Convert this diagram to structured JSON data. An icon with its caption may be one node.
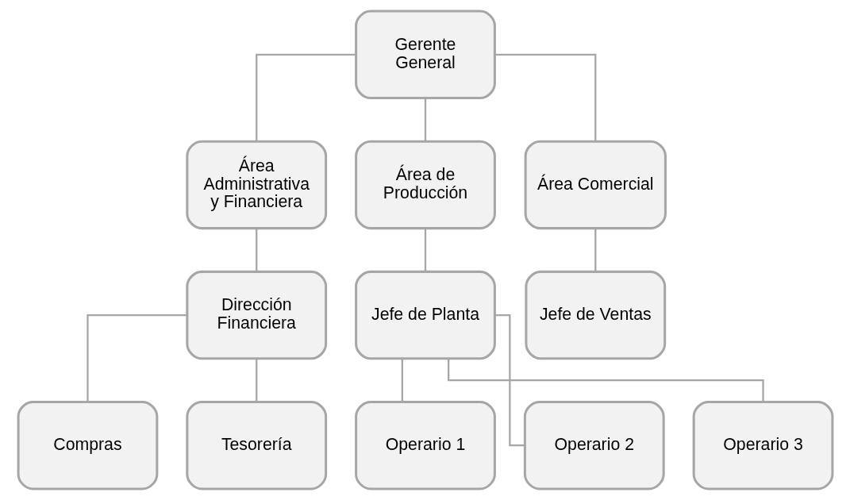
{
  "diagram": {
    "nodes": [
      {
        "text": [
          "Gerente General"
        ]
      },
      {
        "text": [
          "Área Administrativa y Financiera"
        ]
      },
      {
        "text": [
          "Área de Producción"
        ]
      },
      {
        "text": [
          "Área Comercial"
        ]
      },
      {
        "text": [
          "Dirección Financiera"
        ]
      },
      {
        "text": [
          "Jefe de Planta"
        ]
      },
      {
        "text": [
          "Jefe de Ventas"
        ]
      },
      {
        "text": [
          "Compras"
        ]
      },
      {
        "text": [
          "Tesorería"
        ]
      },
      {
        "text": [
          "Operario 1"
        ]
      },
      {
        "text": [
          "Operario 2"
        ]
      },
      {
        "text": [
          "Operario 3"
        ]
      }
    ],
    "edges": [
      {
        "from": 0,
        "to": 1,
        "arrow": "none"
      },
      {
        "from": 0,
        "to": 2,
        "arrow": "none"
      },
      {
        "from": 0,
        "to": 3,
        "arrow": "none"
      },
      {
        "from": 1,
        "to": 4,
        "arrow": "none"
      },
      {
        "from": 2,
        "to": 5,
        "arrow": "none"
      },
      {
        "from": 3,
        "to": 6,
        "arrow": "none"
      },
      {
        "from": 4,
        "to": 7,
        "arrow": "none"
      },
      {
        "from": 4,
        "to": 8,
        "arrow": "none"
      },
      {
        "from": 5,
        "to": 9,
        "arrow": "none"
      },
      {
        "from": 5,
        "to": 10,
        "arrow": "none"
      },
      {
        "from": 5,
        "to": 11,
        "arrow": "none"
      }
    ]
  }
}
